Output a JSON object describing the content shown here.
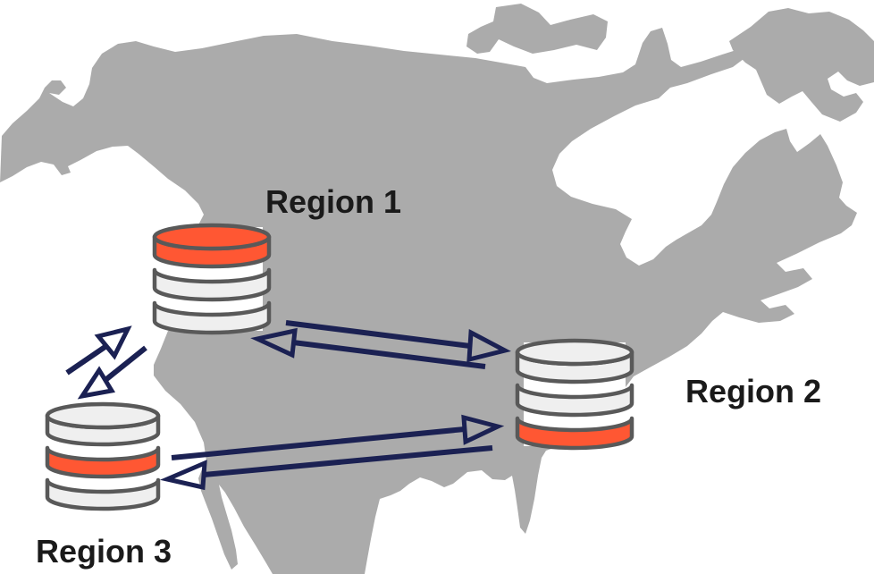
{
  "diagram": {
    "kind": "multi-region-database-replication-map",
    "map_name": "north-america-silhouette"
  },
  "regions": [
    {
      "label": "Region 1",
      "highlighted_disk": "top",
      "disk_fills": [
        "#FF5733",
        "#EFEFEF",
        "#EFEFEF"
      ]
    },
    {
      "label": "Region 2",
      "highlighted_disk": "bottom",
      "disk_fills": [
        "#EFEFEF",
        "#EFEFEF",
        "#FF5733"
      ]
    },
    {
      "label": "Region 3",
      "highlighted_disk": "middle",
      "disk_fills": [
        "#EFEFEF",
        "#FF5733",
        "#EFEFEF"
      ]
    }
  ],
  "arrows": [
    {
      "from": "Region 1",
      "to": "Region 2",
      "direction": "right"
    },
    {
      "from": "Region 2",
      "to": "Region 1",
      "direction": "left"
    },
    {
      "from": "Region 3",
      "to": "Region 1",
      "direction": "up-right"
    },
    {
      "from": "Region 1",
      "to": "Region 3",
      "direction": "down-left"
    },
    {
      "from": "Region 3",
      "to": "Region 2",
      "direction": "right"
    },
    {
      "from": "Region 2",
      "to": "Region 3",
      "direction": "left"
    }
  ],
  "colors": {
    "map_gray": "#ABABAB",
    "db_orange": "#FF5733",
    "db_gray": "#EFEFEF",
    "db_outline": "#595959",
    "arrow_navy": "#1B2153",
    "label_text": "#1A1A1A",
    "background": "#FFFFFF"
  }
}
